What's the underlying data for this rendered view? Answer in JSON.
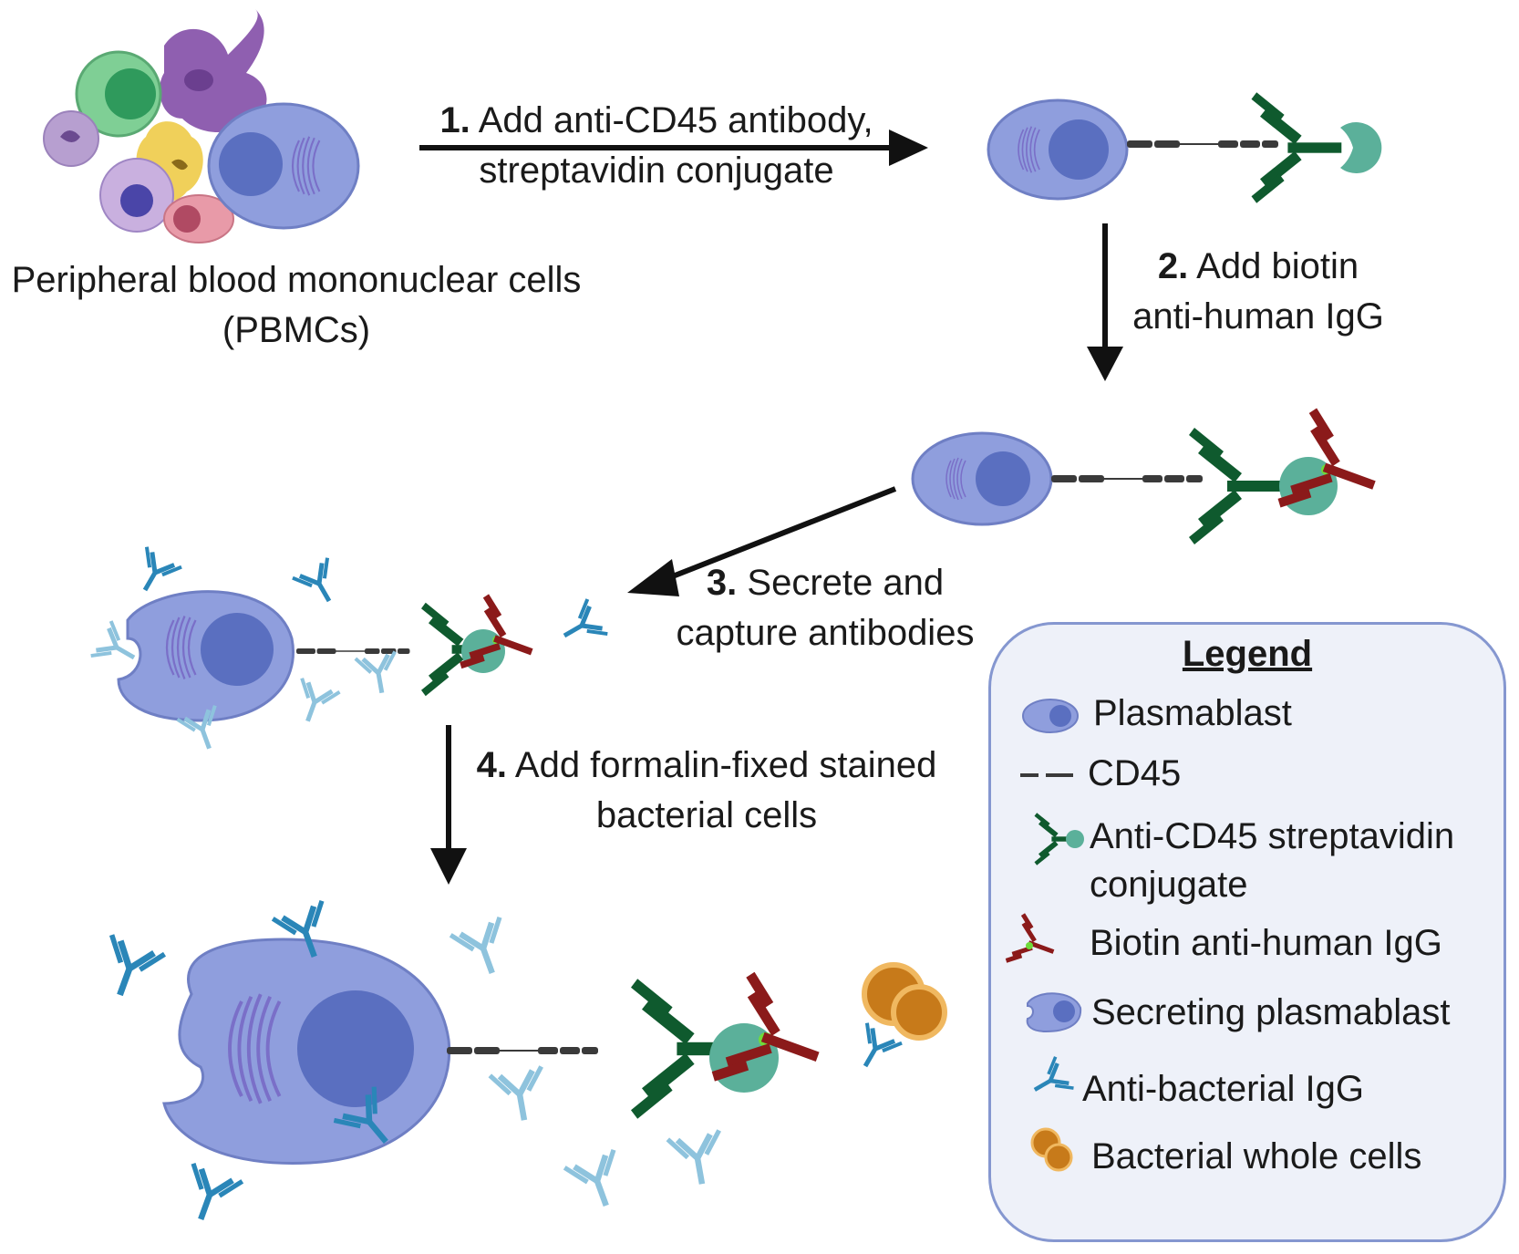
{
  "pbmc": {
    "line1": "Peripheral blood mononuclear cells",
    "line2": "(PBMCs)"
  },
  "steps": [
    {
      "num": "1.",
      "line1": "Add anti-CD45 antibody,",
      "line2": "streptavidin conjugate"
    },
    {
      "num": "2.",
      "line1": "Add biotin",
      "line2": "anti-human IgG"
    },
    {
      "num": "3.",
      "line1": "Secrete and",
      "line2": "capture antibodies"
    },
    {
      "num": "4.",
      "line1": "Add formalin-fixed stained",
      "line2": "bacterial cells"
    }
  ],
  "legend": {
    "title": "Legend",
    "items": [
      {
        "label": "Plasmablast",
        "icon": "plasmablast-icon"
      },
      {
        "label": "CD45",
        "icon": "cd45-icon"
      },
      {
        "label": "Anti-CD45 streptavidin",
        "label2": "conjugate",
        "icon": "anti-cd45-conjugate-icon"
      },
      {
        "label": "Biotin anti-human IgG",
        "icon": "biotin-igg-icon"
      },
      {
        "label": "Secreting plasmablast",
        "icon": "secreting-plasmablast-icon"
      },
      {
        "label": "Anti-bacterial IgG",
        "icon": "anti-bacterial-igg-icon"
      },
      {
        "label": "Bacterial whole cells",
        "icon": "bacteria-icon"
      }
    ]
  },
  "colors": {
    "cell_body": "#8f9edd",
    "cell_border": "#6f7fc4",
    "nucleus": "#5a6fc0",
    "cd45": "#3a3a3a",
    "conjugate_green": "#0f5a2e",
    "streptavidin": "#5bb09a",
    "biotin_red": "#8b1a1a",
    "igg_blue": "#2a86b8",
    "igg_light": "#8ec3dd",
    "bacteria": "#c77a1a",
    "arrow": "#111111",
    "legend_bg": "#eef1f9",
    "legend_border": "#8597d0"
  }
}
